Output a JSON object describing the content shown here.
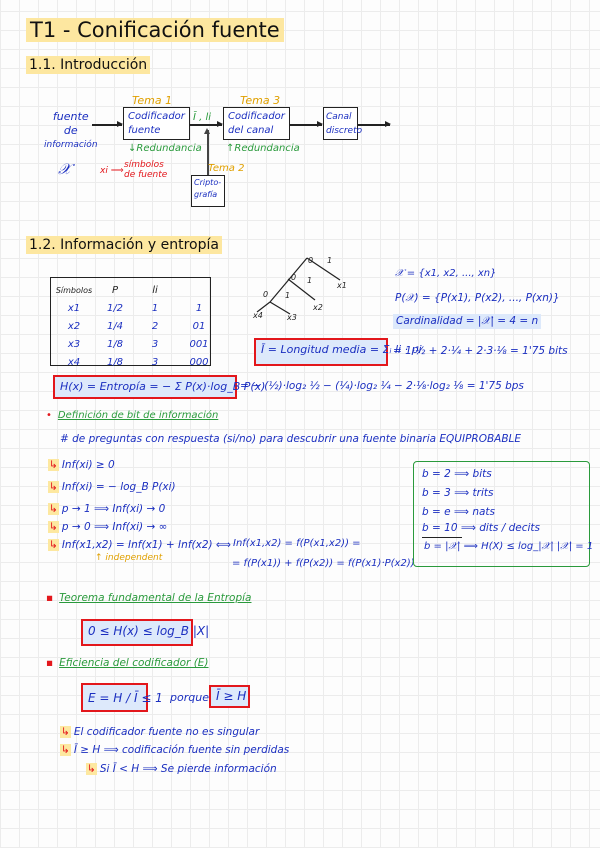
{
  "title": "T1 - Conificación fuente",
  "sections": {
    "intro": "1.1. Introducción",
    "info": "1.2. Información y entropía"
  },
  "diagram": {
    "source": [
      "fuente",
      "de",
      "información"
    ],
    "source_symbol": "𝒳",
    "symbols_note_left": "xi ⟹",
    "symbols_note": [
      "símbolos",
      "de fuente"
    ],
    "box1": [
      "Codificador",
      "fuente"
    ],
    "box1_tag": "Tema 1",
    "box1_note": "↓Redundancia",
    "link_label": "Ī , li",
    "box2": [
      "Codificador",
      "del canal"
    ],
    "box2_tag": "Tema 3",
    "box2_note": "↑Redundancia",
    "box3": [
      "Canal",
      "discreto"
    ],
    "box4": [
      "Cripto-",
      "grafía"
    ],
    "box4_tag": "Tema 2"
  },
  "table": {
    "headers": [
      "Símbolos",
      "P",
      "li",
      ""
    ],
    "rows": [
      [
        "x1",
        "1/2",
        "1",
        "1"
      ],
      [
        "x2",
        "1/4",
        "2",
        "01"
      ],
      [
        "x3",
        "1/8",
        "3",
        "001"
      ],
      [
        "x4",
        "1/8",
        "3",
        "000"
      ]
    ]
  },
  "tree": {
    "labels": [
      "0",
      "1",
      "0",
      "1",
      "0",
      "1",
      "x1",
      "x2",
      "x4",
      "x3"
    ]
  },
  "sets": {
    "x_set": "𝒳 = {x1, x2, ..., xn}",
    "p_set": "P(𝒳) = {P(x1), P(x2), ..., P(xn)}",
    "cardinality": "Cardinalidad = |𝒳| = 4 = n"
  },
  "length": {
    "box": "Ī = Longitud media = Σᵢ li · pi",
    "calc": "= 1·½ + 2·¼ + 2·3·⅛ = 1'75 bits"
  },
  "entropy": {
    "box": "H(x) = Entropía = − Σ P(x)·log_B P(x)",
    "calc": "= − (½)·log₂ ½ − (¼)·log₂ ¼ − 2·⅛·log₂ ⅛ = 1'75 bps"
  },
  "bit_def": {
    "heading": "Definición de bit de información",
    "desc": "# de preguntas con respuesta (si/no) para descubrir una fuente binaria EQUIPROBABLE",
    "items": [
      "Inf(xi) ≥ 0",
      "Inf(xi) = − log_B P(xi)",
      "p → 1 ⟹ Inf(xi) → 0",
      "p → 0 ⟹ Inf(xi) → ∞",
      "Inf(x1,x2) = Inf(x1) + Inf(x2) ⟺"
    ],
    "independent": "↑ independent",
    "eq1": "Inf(x1,x2) = f(P(x1,x2)) =",
    "eq2": "= f(P(x1)) + f(P(x2)) = f(P(x1)·P(x2))"
  },
  "bases": [
    "b = 2 ⟹ bits",
    "b = 3 ⟹ trits",
    "b = e ⟹ nats",
    "b = 10 ⟹ dits / decits",
    "b = |𝒳| ⟹ H(X) ≤ log_|𝒳| |𝒳| = 1"
  ],
  "theorem": {
    "heading": "Teorema fundamental de la Entropía",
    "box": "0 ≤ H(x) ≤ log_B |X|"
  },
  "efficiency": {
    "heading": "Eficiencia del codificador (E)",
    "box": "E = H / Ī ≤ 1",
    "porque": "porque",
    "box2": "Ī ≥ H",
    "notes": [
      "El codificador fuente no es singular",
      "Ī ≥ H ⟹ codificación fuente sin perdidas",
      "Si Ī < H ⟹ Se pierde información"
    ]
  }
}
